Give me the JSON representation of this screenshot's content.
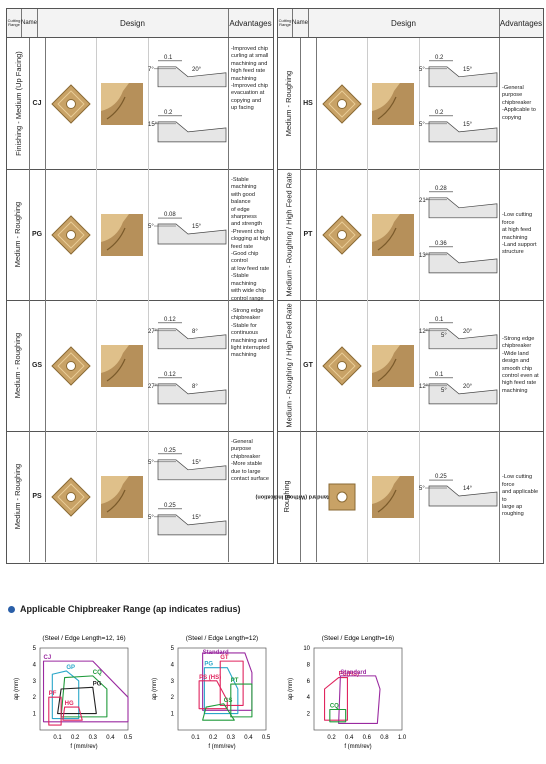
{
  "header": {
    "cutting_range": "Cutting Range",
    "name": "Name",
    "design": "Design",
    "advantages": "Advantages"
  },
  "left_rows": [
    {
      "range": "Finishing - Medium (Up Facing)",
      "name": "CJ",
      "dims": [
        {
          "value": "0.1",
          "angle1": "7°",
          "angle2": "20°"
        },
        {
          "value": "0.2",
          "angle1": "15°",
          "angle2": ""
        }
      ],
      "advantages": [
        "-Improved chip",
        "curling at small",
        "machining and",
        "high feed rate",
        "machining",
        "-Improved chip",
        "evacuation at",
        "copying and",
        "up facing"
      ]
    },
    {
      "range": "Medium - Roughing",
      "name": "PG",
      "dims": [
        {
          "value": "0.08",
          "angle1": "5°",
          "angle2": "15°"
        }
      ],
      "advantages": [
        "-Stable machining",
        "with good balance",
        "of edge sharpness",
        "and strength",
        "-Prevent chip",
        "clogging at high",
        "feed rate",
        "-Good chip control",
        "at low feed rate",
        "-Stable machining",
        "with wide chip",
        "control range"
      ]
    },
    {
      "range": "Medium - Roughing",
      "name": "GS",
      "dims": [
        {
          "value": "0.12",
          "angle1": "27°",
          "angle2": "8°"
        },
        {
          "value": "0.12",
          "angle1": "27°",
          "angle2": "8°"
        }
      ],
      "advantages": [
        "-Strong edge",
        "chipbreaker",
        "-Stable for",
        "continuous",
        "machining and",
        "light interrupted",
        "machining"
      ]
    },
    {
      "range": "Medium - Roughing",
      "name": "PS",
      "dims": [
        {
          "value": "0.25",
          "angle1": "5°",
          "angle2": "15°"
        },
        {
          "value": "0.25",
          "angle1": "5°",
          "angle2": "15°"
        }
      ],
      "advantages": [
        "-General",
        "purpose",
        "chipbreaker",
        "-More stable",
        "due to large",
        "contact surface"
      ]
    }
  ],
  "right_rows": [
    {
      "range": "Medium - Roughing",
      "name": "HS",
      "dims": [
        {
          "value": "0.2",
          "angle1": "5°",
          "angle2": "15°"
        },
        {
          "value": "0.2",
          "angle1": "5°",
          "angle2": "15°"
        }
      ],
      "advantages": [
        "-General purpose",
        "chipbreaker",
        "-Applicable to",
        "copying"
      ]
    },
    {
      "range": "Medium - Roughing / High Feed Rate",
      "name": "PT",
      "dims": [
        {
          "value": "0.28",
          "angle1": "21°",
          "angle2": ""
        },
        {
          "value": "0.36",
          "angle1": "13°",
          "angle2": ""
        }
      ],
      "advantages": [
        "-Low cutting force",
        "at high feed",
        "machining",
        "-Land support",
        "structure"
      ]
    },
    {
      "range": "Medium - Roughing / High Feed Rate",
      "name": "GT",
      "dims": [
        {
          "value": "0.1",
          "angle1": "12°",
          "angle2": "20°",
          "angle3": "5°"
        },
        {
          "value": "0.1",
          "angle1": "12°",
          "angle2": "20°",
          "angle3": "5°"
        }
      ],
      "advantages": [
        "-Strong edge",
        "chipbreaker",
        "-Wide land",
        "design and",
        "smooth chip",
        "control even at",
        "high feed rate",
        "machining"
      ]
    },
    {
      "range": "Roughing",
      "range2": "Standard (Without Indication)",
      "name": "",
      "dims": [
        {
          "value": "0.25",
          "angle1": "5°",
          "angle2": "14°"
        }
      ],
      "advantages": [
        "-Low cutting force",
        "and applicable to",
        "large ap roughing"
      ]
    }
  ],
  "section_title": "Applicable Chipbreaker Range (ap indicates radius)",
  "colors": {
    "insert_gold": "#c8a266",
    "title_dot": "#2a5fa8"
  },
  "chart_data": [
    {
      "type": "area",
      "title": "(Steel / Edge Length=12, 16)",
      "xlabel": "f (mm/rev)",
      "ylabel": "ap (mm)",
      "xlim": [
        0,
        0.5
      ],
      "ylim": [
        0,
        5
      ],
      "xticks": [
        "0.1",
        "0.2",
        "0.3",
        "0.4",
        "0.5"
      ],
      "yticks": [
        "1",
        "2",
        "3",
        "4",
        "5"
      ],
      "series": [
        {
          "name": "GP",
          "color": "#2aa7c9",
          "points": [
            [
              0.07,
              0.7
            ],
            [
              0.07,
              3.4
            ],
            [
              0.15,
              3.6
            ],
            [
              0.22,
              3.0
            ],
            [
              0.22,
              0.7
            ]
          ]
        },
        {
          "name": "CQ",
          "color": "#1f9a3a",
          "points": [
            [
              0.12,
              0.8
            ],
            [
              0.14,
              3.2
            ],
            [
              0.3,
              3.3
            ],
            [
              0.38,
              2.5
            ],
            [
              0.38,
              0.8
            ]
          ]
        },
        {
          "name": "PG",
          "color": "#222222",
          "points": [
            [
              0.1,
              1.0
            ],
            [
              0.12,
              2.5
            ],
            [
              0.3,
              2.6
            ],
            [
              0.32,
              1.0
            ]
          ]
        },
        {
          "name": "CJ",
          "color": "#9a2aa0",
          "points": [
            [
              0.02,
              0.5
            ],
            [
              0.02,
              4.2
            ],
            [
              0.3,
              4.2
            ],
            [
              0.5,
              2.0
            ],
            [
              0.5,
              0.5
            ]
          ]
        },
        {
          "name": "PF",
          "color": "#e0245e",
          "points": [
            [
              0.05,
              0.3
            ],
            [
              0.05,
              2.0
            ],
            [
              0.12,
              2.0
            ],
            [
              0.12,
              0.3
            ]
          ]
        },
        {
          "name": "HG",
          "color": "#e0245e",
          "points": [
            [
              0.13,
              0.6
            ],
            [
              0.14,
              1.4
            ],
            [
              0.22,
              1.4
            ],
            [
              0.24,
              0.6
            ]
          ]
        }
      ]
    },
    {
      "type": "area",
      "title": "(Steel / Edge Length=12)",
      "xlabel": "f (mm/rev)",
      "ylabel": "ap (mm)",
      "xlim": [
        0,
        0.5
      ],
      "ylim": [
        0,
        5
      ],
      "xticks": [
        "0.1",
        "0.2",
        "0.3",
        "0.4",
        "0.5"
      ],
      "yticks": [
        "1",
        "2",
        "3",
        "4",
        "5"
      ],
      "series": [
        {
          "name": "Standard",
          "color": "#9a2aa0",
          "points": [
            [
              0.14,
              1.2
            ],
            [
              0.14,
              4.7
            ],
            [
              0.38,
              4.7
            ],
            [
              0.42,
              3.5
            ],
            [
              0.42,
              1.2
            ]
          ]
        },
        {
          "name": "PG",
          "color": "#2aa7c9",
          "points": [
            [
              0.15,
              1.0
            ],
            [
              0.15,
              3.8
            ],
            [
              0.28,
              3.8
            ],
            [
              0.34,
              2.5
            ],
            [
              0.34,
              1.0
            ]
          ]
        },
        {
          "name": "GT",
          "color": "#e0245e",
          "points": [
            [
              0.24,
              1.5
            ],
            [
              0.24,
              4.2
            ],
            [
              0.37,
              4.2
            ],
            [
              0.37,
              1.5
            ]
          ]
        },
        {
          "name": "PS (HS)",
          "color": "#e0245e",
          "points": [
            [
              0.12,
              1.3
            ],
            [
              0.12,
              3.0
            ],
            [
              0.22,
              3.0
            ],
            [
              0.28,
              1.8
            ],
            [
              0.28,
              1.3
            ]
          ]
        },
        {
          "name": "GS",
          "color": "#1f9a3a",
          "points": [
            [
              0.14,
              0.6
            ],
            [
              0.16,
              1.4
            ],
            [
              0.26,
              1.6
            ],
            [
              0.32,
              0.6
            ]
          ]
        },
        {
          "name": "PT",
          "color": "#1f9a3a",
          "points": [
            [
              0.3,
              0.8
            ],
            [
              0.3,
              2.8
            ],
            [
              0.42,
              2.8
            ],
            [
              0.42,
              0.8
            ]
          ]
        }
      ]
    },
    {
      "type": "area",
      "title": "(Steel / Edge Length=16)",
      "xlabel": "f (mm/rev)",
      "ylabel": "ap (mm)",
      "xlim": [
        0,
        1.0
      ],
      "ylim": [
        0,
        10
      ],
      "xticks": [
        "0.2",
        "0.4",
        "0.6",
        "0.8",
        "1.0"
      ],
      "yticks": [
        "2",
        "4",
        "6",
        "8",
        "10"
      ],
      "series": [
        {
          "name": "PS(HS)",
          "color": "#e0245e",
          "points": [
            [
              0.12,
              1.2
            ],
            [
              0.12,
              5.0
            ],
            [
              0.28,
              6.4
            ],
            [
              0.38,
              6.4
            ],
            [
              0.38,
              1.2
            ]
          ]
        },
        {
          "name": "Standard",
          "color": "#9a2aa0",
          "points": [
            [
              0.28,
              0.8
            ],
            [
              0.3,
              6.6
            ],
            [
              0.7,
              6.6
            ],
            [
              0.75,
              5.0
            ],
            [
              0.72,
              0.8
            ]
          ]
        },
        {
          "name": "CQ",
          "color": "#1f9a3a",
          "points": [
            [
              0.18,
              1.0
            ],
            [
              0.18,
              2.5
            ],
            [
              0.36,
              2.5
            ],
            [
              0.36,
              1.0
            ]
          ]
        }
      ]
    }
  ]
}
